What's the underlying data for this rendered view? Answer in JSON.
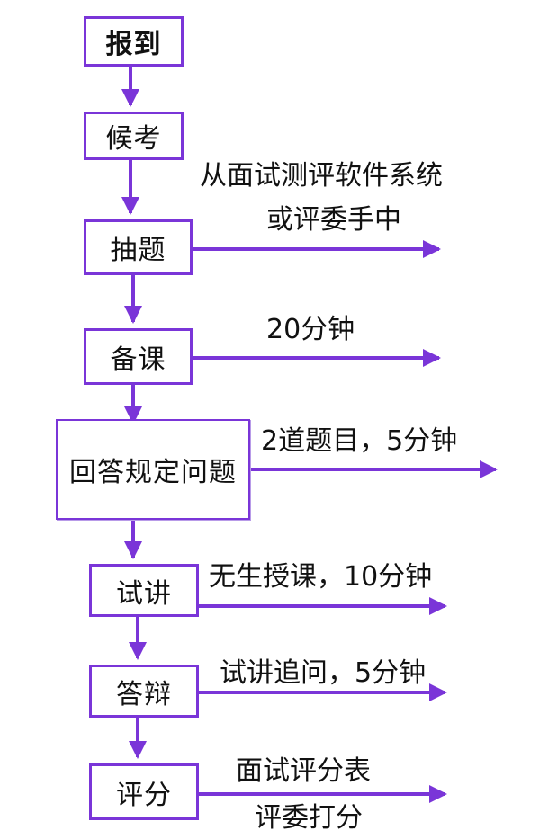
{
  "steps": [
    {
      "label": "报到"
    },
    {
      "label": "候考"
    },
    {
      "label": "抽题"
    },
    {
      "label": "备课"
    },
    {
      "label": "回答规定问题"
    },
    {
      "label": "试讲"
    },
    {
      "label": "答辩"
    },
    {
      "label": "评分"
    }
  ],
  "notes": [
    {
      "line1": "从面试测评软件系统",
      "line2": "或评委手中"
    },
    {
      "line1": "20分钟"
    },
    {
      "line1": "2道题目，5分钟"
    },
    {
      "line1": "无生授课，10分钟"
    },
    {
      "line1": "试讲追问，5分钟"
    },
    {
      "line1": "面试评分表",
      "line2": "评委打分"
    }
  ],
  "colors": {
    "accent": "#7a35d8",
    "text": "#111111"
  }
}
